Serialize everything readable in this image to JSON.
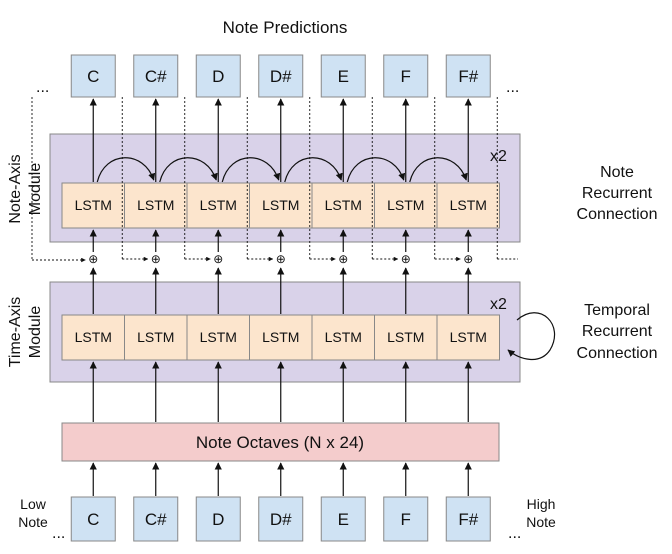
{
  "title": "Note Predictions",
  "notes": [
    "C",
    "C#",
    "D",
    "D#",
    "E",
    "F",
    "F#"
  ],
  "note_axis": {
    "label_line1": "Note-Axis",
    "label_line2": "Module",
    "multiplier": "x2",
    "cell_label": "LSTM",
    "recurrent_label": [
      "Note",
      "Recurrent",
      "Connection"
    ]
  },
  "time_axis": {
    "label_line1": "Time-Axis",
    "label_line2": "Module",
    "multiplier": "x2",
    "cell_label": "LSTM",
    "recurrent_label": [
      "Temporal",
      "Recurrent",
      "Connection"
    ]
  },
  "octaves_label": "Note Octaves (N x 24)",
  "combine_symbol": "⊕",
  "ellipsis": "...",
  "low_note": [
    "Low",
    "Note"
  ],
  "high_note": [
    "High",
    "Note"
  ],
  "colors": {
    "note_box": "#cfe2f3",
    "lstm": "#fce5cd",
    "module": "#d9d2e9",
    "octaves": "#f4cccc"
  }
}
